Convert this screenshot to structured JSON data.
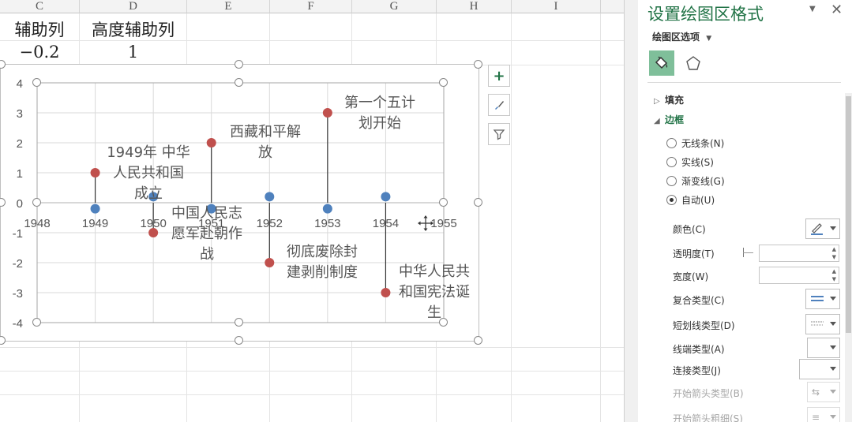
{
  "columns": [
    "C",
    "D",
    "E",
    "F",
    "G",
    "H",
    "I"
  ],
  "cells": {
    "c1": "辅助列",
    "d1": "高度辅助列",
    "c2": "−0.2",
    "d2": "1"
  },
  "chart_data": {
    "type": "scatter",
    "x_ticks": [
      "1948",
      "1949",
      "1950",
      "1951",
      "1952",
      "1953",
      "1954",
      "1955"
    ],
    "y_ticks": [
      "4",
      "3",
      "2",
      "1",
      "0",
      "-1",
      "-2",
      "-3",
      "-4"
    ],
    "xlim": [
      1948,
      1955
    ],
    "ylim": [
      -4,
      4
    ],
    "grid": true,
    "series": [
      {
        "values": [
          {
            "x": 1949,
            "y": 1
          },
          {
            "x": 1950,
            "y": -1
          },
          {
            "x": 1951,
            "y": 2
          },
          {
            "x": 1952,
            "y": -2
          },
          {
            "x": 1953,
            "y": 3
          },
          {
            "x": 1954,
            "y": -3
          }
        ],
        "color": "#c0504d"
      },
      {
        "values": [
          {
            "x": 1949,
            "y": -0.2
          },
          {
            "x": 1950,
            "y": 0.2
          },
          {
            "x": 1951,
            "y": -0.2
          },
          {
            "x": 1952,
            "y": 0.2
          },
          {
            "x": 1953,
            "y": -0.2
          },
          {
            "x": 1954,
            "y": 0.2
          }
        ],
        "color": "#4f81bd"
      }
    ],
    "annotations": [
      "1949年 中华\n人民共和国\n成立",
      "中国人民志\n愿军赴朝作\n战",
      "西藏和平解\n放",
      "彻底废除封\n建剥削制度",
      "第一个五计\n划开始",
      "中华人民共\n和国宪法诞\n生"
    ]
  },
  "chart_buttons": {
    "add": "+",
    "style": "brush-icon",
    "filter": "funnel-icon"
  },
  "pane": {
    "title": "设置绘图区格式",
    "options_label": "绘图区选项",
    "sections": {
      "fill": "填充",
      "border": "边框"
    },
    "radios": [
      "无线条(N)",
      "实线(S)",
      "渐变线(G)",
      "自动(U)"
    ],
    "selected_radio": 3,
    "props": {
      "color": "颜色(C)",
      "transparency": "透明度(T)",
      "width": "宽度(W)",
      "compound": "复合类型(C)",
      "dash": "短划线类型(D)",
      "cap": "线端类型(A)",
      "join": "连接类型(J)",
      "begin_arrow_type": "开始箭头类型(B)",
      "begin_arrow_size": "开始箭头粗细(S)"
    },
    "accent": "#217346"
  }
}
